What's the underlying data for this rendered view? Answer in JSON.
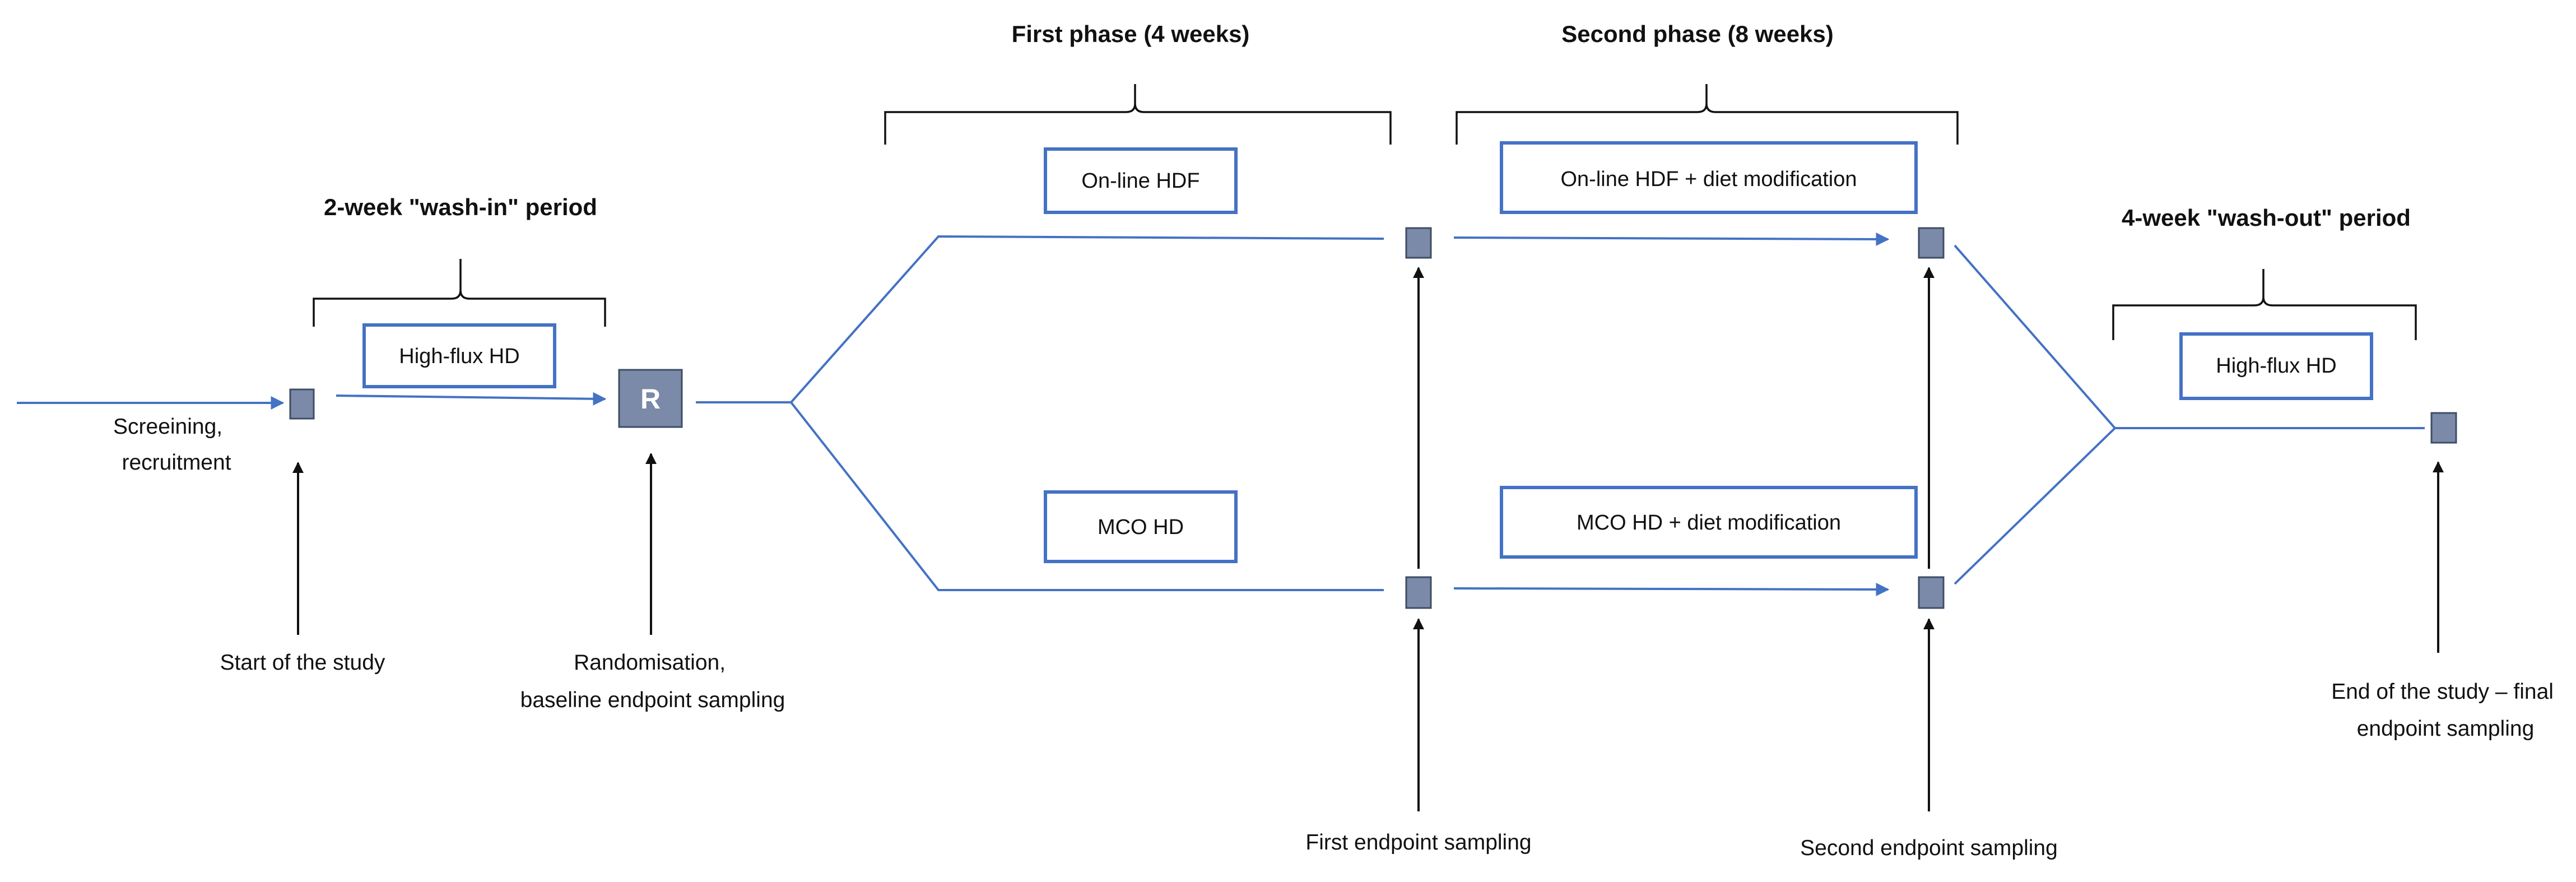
{
  "labels": {
    "phase1": "First phase (4 weeks)",
    "phase2": "Second phase (8 weeks)",
    "wash_in": "2-week \"wash-in\" period",
    "wash_out": "4-week \"wash-out\" period",
    "screening_line1": "Screeining,",
    "screening_line2": "recruitment",
    "start": "Start of the study",
    "random_line1": "Randomisation,",
    "random_line2": "baseline endpoint sampling",
    "first_sampling": "First endpoint sampling",
    "second_sampling": "Second endpoint sampling",
    "end_line1": "End of the study – final",
    "end_line2": "endpoint sampling",
    "r_node": "R"
  },
  "boxes": {
    "wash_in": "High-flux HD",
    "hdf": "On-line HDF",
    "hdf_diet": "On-line HDF + diet modification",
    "mco": "MCO HD",
    "mco_diet": "MCO HD + diet modification",
    "wash_out": "High-flux HD"
  },
  "colors": {
    "flow_line": "#4472c4",
    "node_fill": "#7a8aa8",
    "text": "#111111"
  }
}
